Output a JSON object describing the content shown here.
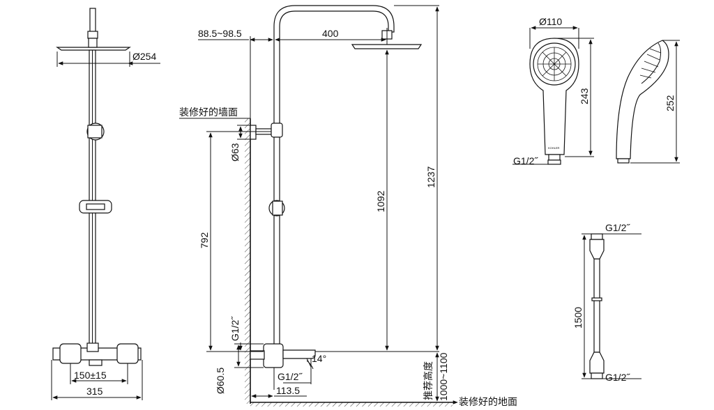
{
  "labels": {
    "wall_surface": "装修好的墙面",
    "floor_surface": "装修好的地面",
    "recommended_height": "推荐高度"
  },
  "dimensions": {
    "head_diameter": "Ø254",
    "wall_offset": "88.5~98.5",
    "arm_length": "400",
    "flange_diameter": "Ø63",
    "rail_height": "792",
    "riser_height": "1092",
    "total_height": "1237",
    "inlet_thread_vertical": "G1/2˝",
    "outlet_angle": "14°",
    "inlet_diameter": "Ø60.5",
    "outlet_thread": "G1/2˝",
    "spout_offset": "113.5",
    "mount_height": "1000~1100",
    "center_distance": "150±15",
    "mixer_width": "315",
    "handshower_diameter": "Ø110",
    "handshower_length_front": "243",
    "handshower_thread": "G1/2˝",
    "handshower_length_side": "252",
    "hose_thread_top": "G1/2˝",
    "hose_length": "1500",
    "hose_thread_bottom": "G1/2˝"
  },
  "brand_mark": "KOHLER"
}
